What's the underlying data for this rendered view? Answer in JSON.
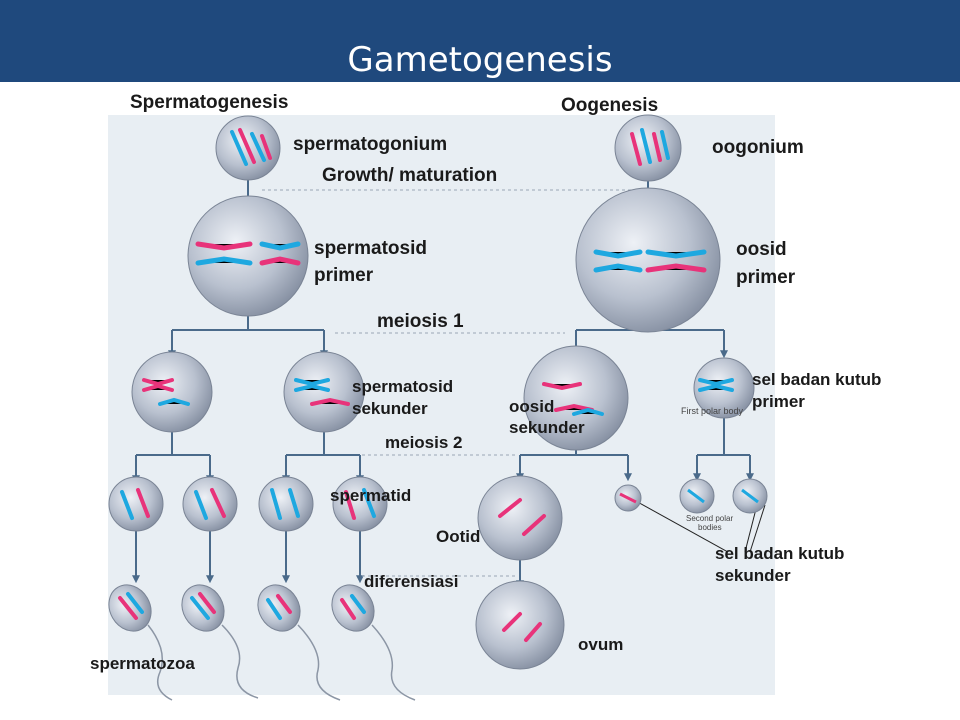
{
  "slide": {
    "title": "Gametogenesis"
  },
  "labels": {
    "spermatogenesis": "Spermatogenesis",
    "oogenesis": "Oogenesis",
    "spermatogonium": "spermatogonium",
    "oogonium": "oogonium",
    "growth": "Growth/ maturation",
    "spermatosid_primer_1": "spermatosid",
    "spermatosid_primer_2": "primer",
    "oosid_primer_1": "oosid",
    "oosid_primer_2": "primer",
    "meiosis1": "meiosis 1",
    "spermatosid_sekunder_1": "spermatosid",
    "spermatosid_sekunder_2": "sekunder",
    "oosid_sekunder_1": "oosid",
    "oosid_sekunder_2": "sekunder",
    "polar_primer_1": "sel badan kutub",
    "polar_primer_2": "primer",
    "meiosis2": "meiosis 2",
    "spermatid": "spermatid",
    "ootid": "Ootid",
    "polar_sekunder_1": "sel badan kutub",
    "polar_sekunder_2": "sekunder",
    "diferensiasi": "diferensiasi",
    "ovum": "ovum",
    "spermatozoa": "spermatozoa"
  },
  "small_labels": {
    "first_polar_body": "First polar body",
    "second_polar_bodies_1": "Second polar",
    "second_polar_bodies_2": "bodies"
  },
  "colors": {
    "title_bg": "#1f497d",
    "chromosome_pink": "#e8337a",
    "chromosome_blue": "#1ea8e0",
    "arrow": "#4a6a8a"
  }
}
